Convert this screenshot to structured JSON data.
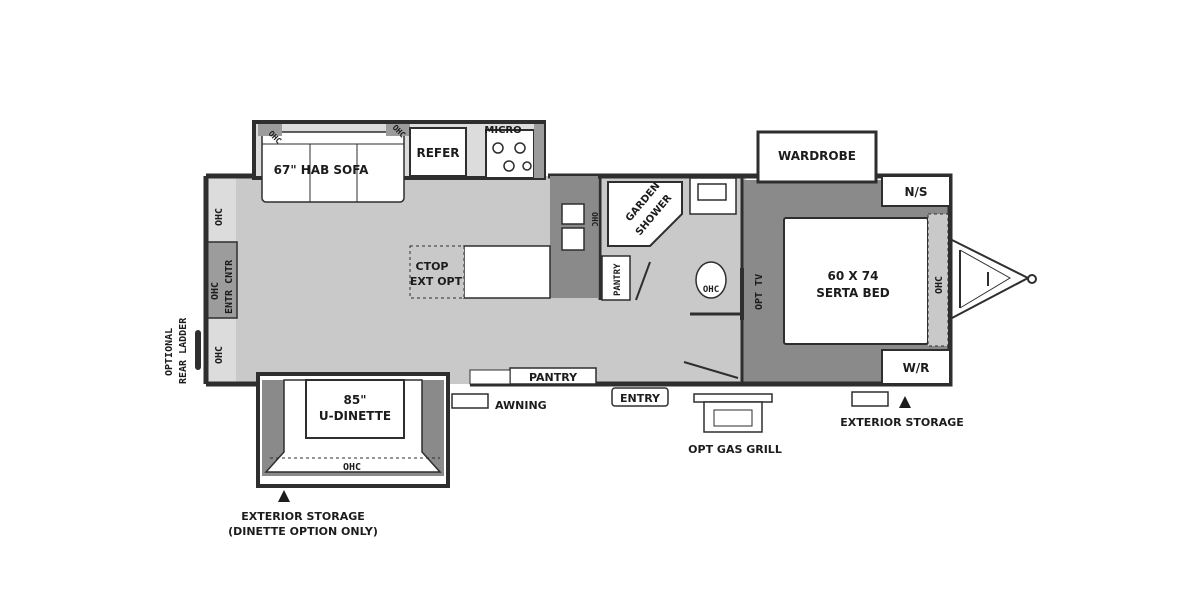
{
  "colors": {
    "wall": "#2e2e2e",
    "floor_light": "#c9c9c9",
    "floor_dark": "#8a8a8a",
    "fixture": "#ffffff",
    "text": "#1c1c1c"
  },
  "labels": {
    "hab_sofa": "67\" HAB SOFA",
    "refer": "REFER",
    "micro": "MICRO",
    "wardrobe": "WARDROBE",
    "ns": "N/S",
    "wr": "W/R",
    "bed_size": "60 X 74",
    "bed_name": "SERTA BED",
    "ohc": "OHC",
    "entr_cntr": "ENTR CNTR",
    "ctop_line1": "CTOP",
    "ctop_line2": "EXT OPT",
    "garden": "GARDEN",
    "shower": "SHOWER",
    "pantry": "PANTRY",
    "opt_tv": "OPT TV",
    "dinette_size": "85\"",
    "dinette_name": "U-DINETTE",
    "awning": "AWNING",
    "entry": "ENTRY",
    "opt_gas_grill": "OPT GAS GRILL",
    "ext_storage": "EXTERIOR STORAGE",
    "ext_storage_left_line1": "EXTERIOR STORAGE",
    "ext_storage_left_line2": "(DINETTE OPTION ONLY)",
    "rear_ladder_line1": "OPTIONAL",
    "rear_ladder_line2": "REAR LADDER"
  }
}
